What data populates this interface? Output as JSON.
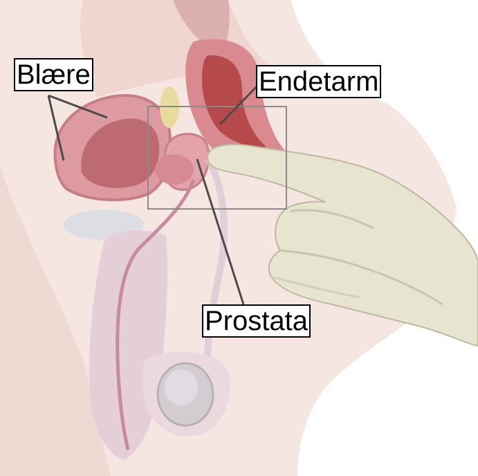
{
  "labels": {
    "bladder": "Blære",
    "rectum": "Endetarm",
    "prostate": "Prostata"
  },
  "colors": {
    "skin": "#f3e1dc",
    "organ_tissue": "#d98f97",
    "rectum_inner": "#b94c4c",
    "bladder_inner": "#bd6b70",
    "glove": "#e7e4cf",
    "glove_shadow": "#c9c6ae",
    "testis": "#d7d1d6",
    "leader_line": "#4a4a4a",
    "inset_box": "#8a8a8a"
  }
}
